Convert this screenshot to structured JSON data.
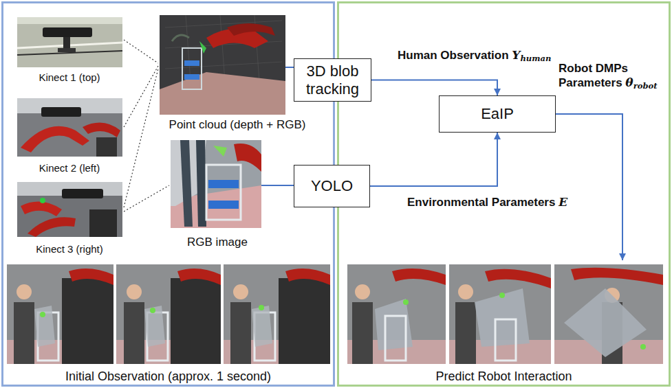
{
  "diagram": {
    "nodes": [
      {
        "text": [
          "Initial Observation (approx. 1 second)"
        ]
      },
      {
        "text": [
          "Predict Robot Interaction"
        ]
      },
      {
        "text": [
          "3D blob tracking"
        ]
      },
      {
        "text": [
          "YOLO"
        ]
      },
      {
        "text": [
          "EaIP"
        ],
        "in": 1
      }
    ],
    "edges": [
      {
        "from": 2,
        "to": 4,
        "arrow": "to",
        "label": "Human Observation Yhuman"
      },
      {
        "from": 3,
        "to": 4,
        "arrow": "to",
        "label": "Environmental Parameters E"
      }
    ],
    "labels": [
      "Kinect 1 (top)",
      "Kinect 2 (left)",
      "Kinect 3 (right)",
      "Point cloud (depth + RGB)",
      "RGB image",
      "Robot DMPs Parameters θrobot"
    ]
  }
}
